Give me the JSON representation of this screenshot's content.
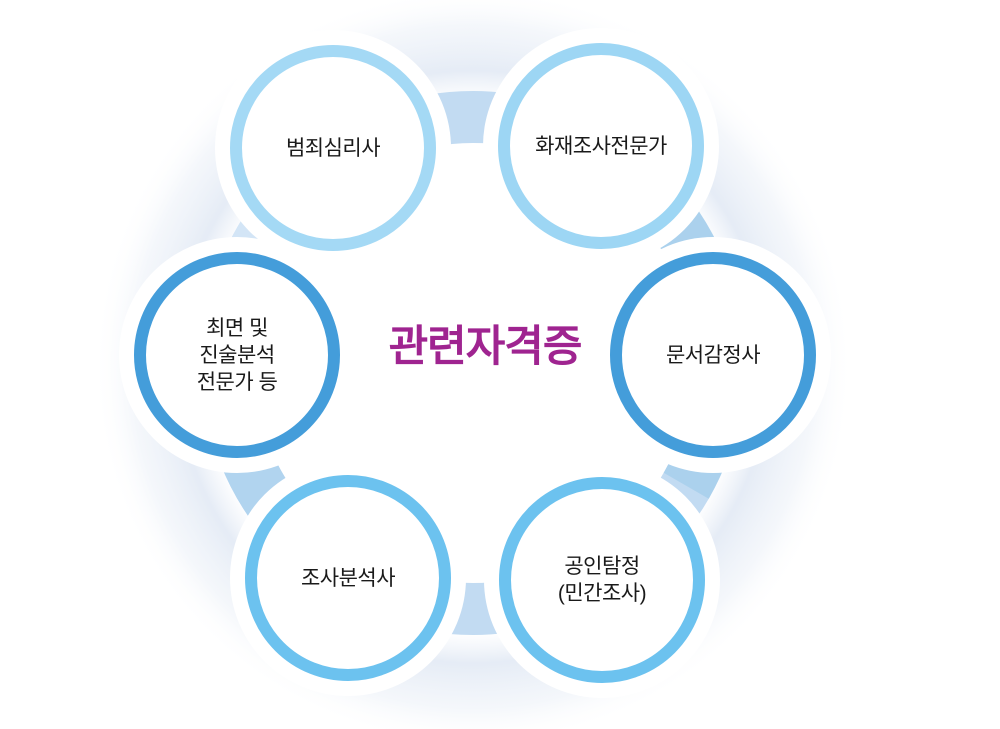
{
  "diagram": {
    "type": "circular-cycle",
    "title": {
      "text": "관련자격증",
      "color": "#9F2490"
    },
    "ring": {
      "base_color": "#C2DBF2",
      "accent_right_color": "#A8CFEC",
      "accent_lower_left_color": "#AFD3EE",
      "accent_upper_left_color": "#D5E5F6",
      "halo_tint": "#D9E3F1"
    },
    "label_text_color": "#1A1A1A",
    "nodes": [
      {
        "id": "criminal-psychologist",
        "lines": [
          "범죄심리사"
        ],
        "border_color": "#A4D9F5"
      },
      {
        "id": "fire-investigation-expert",
        "lines": [
          "화재조사전문가"
        ],
        "border_color": "#9DD6F4"
      },
      {
        "id": "hypnosis-statement-analysis-expert",
        "lines": [
          "최면 및",
          "진술분석",
          "전문가 등"
        ],
        "border_color": "#449DDA"
      },
      {
        "id": "document-examiner",
        "lines": [
          "문서감정사"
        ],
        "border_color": "#449DDA"
      },
      {
        "id": "investigation-analyst",
        "lines": [
          "조사분석사"
        ],
        "border_color": "#6CC2EF"
      },
      {
        "id": "certified-detective",
        "lines": [
          "공인탐정",
          "(민간조사)"
        ],
        "border_color": "#6CC2EF"
      }
    ]
  }
}
